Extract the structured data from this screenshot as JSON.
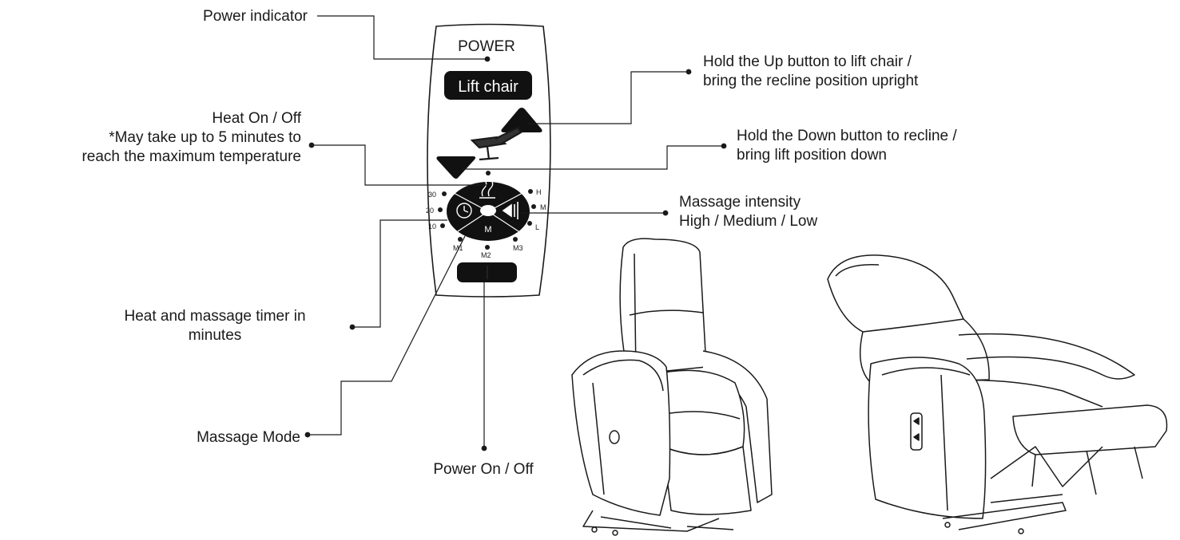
{
  "remote": {
    "power_label": "POWER",
    "lift_chair_label": "Lift chair",
    "timer_marks": [
      "30",
      "20",
      "10"
    ],
    "intensity_marks": [
      "H",
      "M",
      "L"
    ],
    "mode_marks": [
      "M1",
      "M2",
      "M3"
    ],
    "mode_center_label": "M"
  },
  "callouts": {
    "power_indicator": "Power indicator",
    "up_line1": "Hold the Up button to lift chair /",
    "up_line2": "bring the recline position upright",
    "heat_line1": "Heat On / Off",
    "heat_line2": "*May take up to 5 minutes to",
    "heat_line3": "reach the maximum temperature",
    "down_line1": "Hold the Down button to recline /",
    "down_line2": "bring lift position down",
    "intensity_line1": "Massage intensity",
    "intensity_line2": "High / Medium / Low",
    "timer_line1": "Heat and massage timer in",
    "timer_line2": "minutes",
    "mode": "Massage Mode",
    "power_onoff": "Power On / Off"
  }
}
